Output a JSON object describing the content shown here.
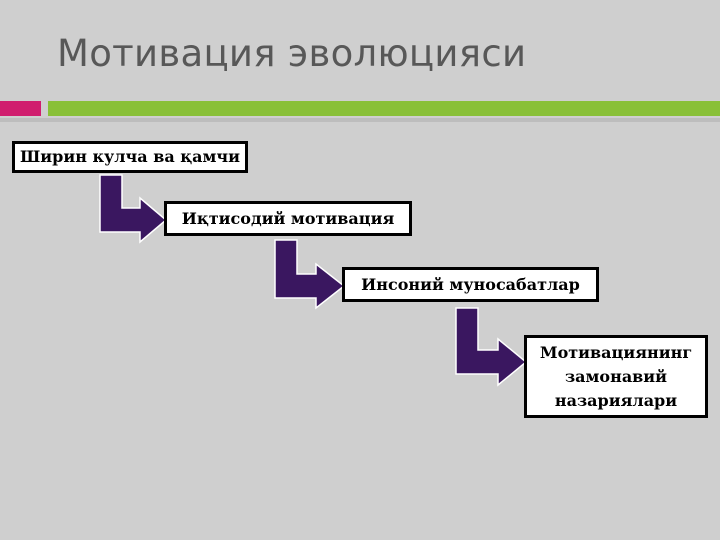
{
  "slide": {
    "title": "Мотивация эволюцияси",
    "steps": [
      {
        "label": "Ширин кулча ва қамчи"
      },
      {
        "label": "Иқтисодий мотивация"
      },
      {
        "label": "Инсоний муносабатлар"
      },
      {
        "label": "Мотивациянинг замонавий назариялари"
      }
    ]
  },
  "colors": {
    "background": "#cfcfcf",
    "accent_pink": "#d01d6e",
    "accent_green": "#89c038",
    "arrow": "#3a1760",
    "arrow_outline": "#ffffff"
  }
}
